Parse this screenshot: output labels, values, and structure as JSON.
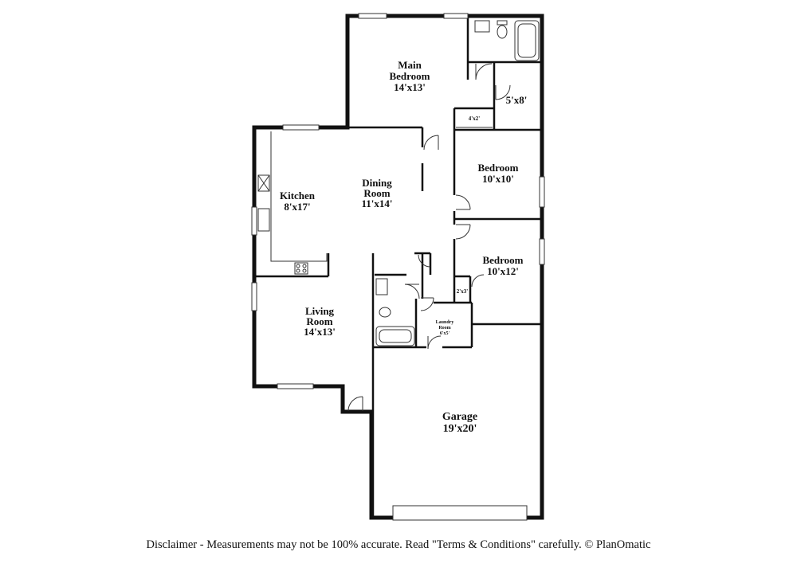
{
  "rooms": {
    "main_bedroom": {
      "name_line1": "Main",
      "name_line2": "Bedroom",
      "dims": "14'x13'"
    },
    "bath_closet": {
      "dims": "5'x8'"
    },
    "closet_main": {
      "dims": "4'x2'"
    },
    "kitchen": {
      "name": "Kitchen",
      "dims": "8'x17'"
    },
    "dining_room": {
      "name_line1": "Dining",
      "name_line2": "Room",
      "dims": "11'x14'"
    },
    "bedroom_1": {
      "name": "Bedroom",
      "dims": "10'x10'"
    },
    "bedroom_2": {
      "name": "Bedroom",
      "dims": "10'x12'"
    },
    "closet_bedroom_2": {
      "dims": "2'x3'"
    },
    "living_room": {
      "name_line1": "Living",
      "name_line2": "Room",
      "dims": "14'x13'"
    },
    "laundry_room": {
      "name_line1": "Laundry",
      "name_line2": "Room",
      "dims": "6'x5'"
    },
    "garage": {
      "name": "Garage",
      "dims": "19'x20'"
    }
  },
  "disclaimer": "Disclaimer - Measurements may not be 100% accurate. Read \"Terms & Conditions\" carefully. © PlanOmatic"
}
